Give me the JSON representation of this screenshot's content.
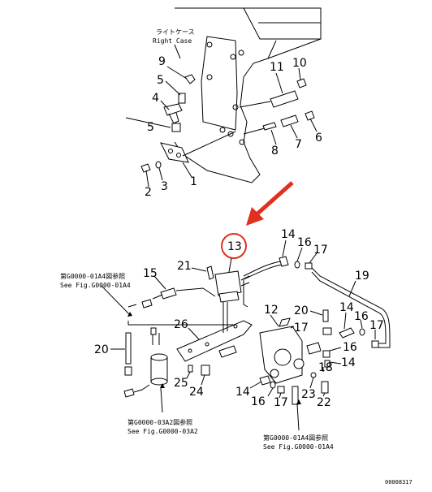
{
  "notes": {
    "right_case_jp": "ライトケース",
    "right_case_en": "Right Case",
    "ref_a_jp": "第G0000-01A4図参照",
    "ref_a_en": "See Fig.G0000-01A4",
    "ref_b_jp": "第G0000-03A2図参照",
    "ref_b_en": "See Fig.G0000-03A2",
    "ref_c_jp": "第G0000-01A4図参照",
    "ref_c_en": "See Fig.G0000-01A4",
    "drawing_id": "00008317"
  },
  "callouts": {
    "c1": "1",
    "c2": "2",
    "c3": "3",
    "c4": "4",
    "c5a": "5",
    "c5b": "5",
    "c6": "6",
    "c7": "7",
    "c8": "8",
    "c9": "9",
    "c10": "10",
    "c11": "11",
    "c12": "12",
    "c13": "13",
    "c14a": "14",
    "c14b": "14",
    "c14c": "14",
    "c14d": "14",
    "c15": "15",
    "c16a": "16",
    "c16b": "16",
    "c16c": "16",
    "c16d": "16",
    "c17a": "17",
    "c17b": "17",
    "c17c": "17",
    "c17d": "17",
    "c18": "18",
    "c19": "19",
    "c20a": "20",
    "c20b": "20",
    "c21": "21",
    "c22": "22",
    "c23": "23",
    "c24": "24",
    "c25": "25",
    "c26": "26"
  },
  "highlight": {
    "circled_part": "13",
    "circle_color": "#e0301e",
    "arrow_color": "#e0301e"
  }
}
